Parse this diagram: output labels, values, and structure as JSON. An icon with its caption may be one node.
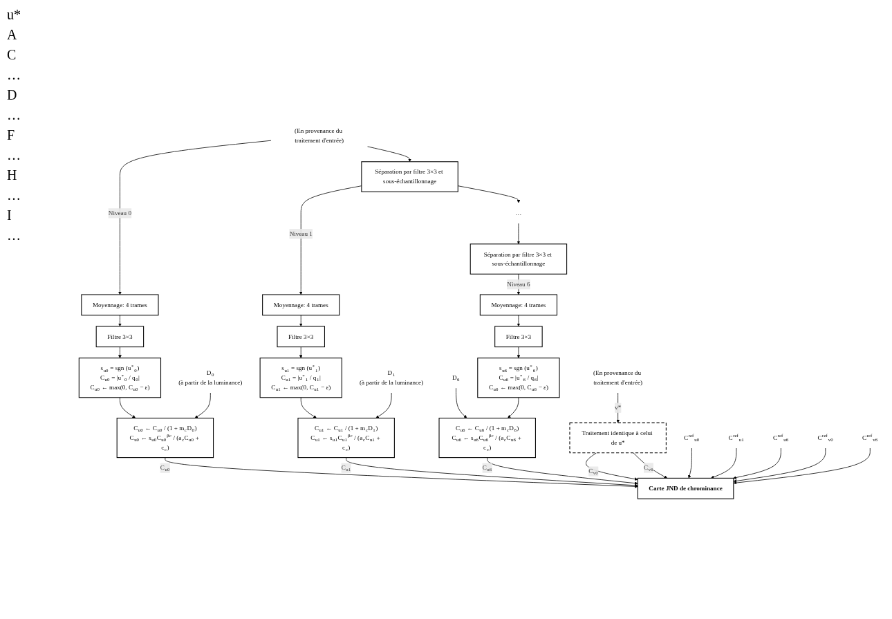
{
  "diagram": {
    "nodes": [
      {
        "text": [
          "(En provenance du traitement d'entrée)"
        ]
      },
      {
        "text": [
          "Séparation par filtre 3×3 et sous-échantillonnage"
        ]
      },
      {
        "text": [
          "…"
        ]
      },
      {
        "text": [
          "Séparation par filtre 3×3 et sous-échantillonnage"
        ]
      },
      {
        "text": [
          "Moyennage: 4 trames"
        ]
      },
      {
        "text": [
          "Moyennage: 4 trames"
        ]
      },
      {
        "text": [
          "Moyennage: 4 trames"
        ]
      },
      {
        "text": [
          "Filtre 3×3"
        ]
      },
      {
        "text": [
          "Filtre 3×3"
        ]
      },
      {
        "text": [
          "Filtre 3×3"
        ]
      },
      {
        "text": [
          "s$_{u0}$ = sgn (u$^{*}$$_{0}$)",
          "C$_{u0}$ = |u$^{*}$$_{0}$ / q$_{0}$|",
          "C$_{u0}$ ← max(0, C$_{u0}$ − ε)"
        ]
      },
      {
        "text": [
          "s$_{u1}$ = sgn (u$^{*}$$_{1}$)",
          "C$_{u1}$ = |u$^{*}$$_{1}$ / q$_{1}$|",
          "C$_{u1}$ ← max(0, C$_{u1}$ − ε)"
        ]
      },
      {
        "text": [
          "s$_{u6}$ = sgn (u$^{*}$$_{6}$)",
          "C$_{u6}$ = |u$^{*}$$_{6}$ / q$_{6}$|",
          "C$_{u6}$ ← max(0, C$_{u6}$ − ε)"
        ]
      },
      {
        "text": [
          "D$_{0}$",
          "(à partir de la luminance)"
        ]
      },
      {
        "text": [
          "D$_{1}$",
          "(à partir de la luminance)"
        ]
      },
      {
        "text": [
          "D$_{6}$"
        ]
      },
      {
        "text": [
          "C$_{u0}$ ← C$_{u0}$ / (1 + m$_{c}$D$_{0}$)",
          "C$_{u0}$ ← s$_{u0}$C$_{u0}$$^{βc}$ / (a$_{c}$C$_{u0}$ + c$_{c}$)"
        ]
      },
      {
        "text": [
          "C$_{u1}$ ← C$_{u1}$ / (1 + m$_{c}$D$_{1}$)",
          "C$_{u1}$ ← s$_{u1}$C$_{u1}$$^{βc}$ / (a$_{c}$C$_{u1}$ + c$_{c}$)"
        ]
      },
      {
        "text": [
          "C$_{u6}$ ← C$_{u6}$ / (1 + m$_{c}$D$_{6}$)",
          "C$_{u6}$ ← s$_{u6}$C$_{u6}$$^{βc}$ / (a$_{c}$C$_{u6}$ + c$_{c}$)"
        ]
      },
      {
        "text": [
          "(En provenance du traitement d'entrée)"
        ]
      },
      {
        "text": [
          "Traitement identique à celui de u*"
        ]
      },
      {
        "text": [
          "Carte JND de chrominance"
        ]
      },
      {
        "text": [
          "C$^{ref}$$_{u0}$"
        ]
      },
      {
        "text": [
          "C$^{ref}$$_{u1}$"
        ]
      },
      {
        "text": [
          "C$^{ref}$$_{u6}$"
        ]
      },
      {
        "text": [
          "C$^{ref}$$_{v0}$"
        ]
      },
      {
        "text": [
          "C$^{ref}$$_{v6}$"
        ]
      }
    ],
    "edges": [
      {
        "from": 0,
        "to": 1,
        "arrow": "to"
      },
      {
        "from": 0,
        "to": 4,
        "arrow": "to",
        "label": "Niveau 0"
      },
      {
        "from": 1,
        "to": 2,
        "arrow": "to"
      },
      {
        "from": 2,
        "to": 3,
        "arrow": "to"
      },
      {
        "from": 1,
        "to": 5,
        "arrow": "to",
        "label": "Niveau 1"
      },
      {
        "from": 3,
        "to": 6,
        "arrow": "to",
        "label": "Niveau 6"
      },
      {
        "from": 4,
        "to": 7,
        "arrow": "to"
      },
      {
        "from": 5,
        "to": 8,
        "arrow": "to"
      },
      {
        "from": 6,
        "to": 9,
        "arrow": "to"
      },
      {
        "from": 7,
        "to": 10,
        "arrow": "to"
      },
      {
        "from": 8,
        "to": 11,
        "arrow": "to"
      },
      {
        "from": 9,
        "to": 12,
        "arrow": "to"
      },
      {
        "from": 10,
        "to": 16,
        "arrow": "to"
      },
      {
        "from": 13,
        "to": 16,
        "arrow": "to"
      },
      {
        "from": 11,
        "to": 17,
        "arrow": "to"
      },
      {
        "from": 14,
        "to": 17,
        "arrow": "to"
      },
      {
        "from": 15,
        "to": 18,
        "arrow": "to"
      },
      {
        "from": 12,
        "to": 18,
        "arrow": "to"
      },
      {
        "from": 19,
        "to": 20,
        "arrow": "to",
        "label": "v*"
      },
      {
        "from": 16,
        "to": 21,
        "arrow": "to",
        "label": "C$_{u0}$"
      },
      {
        "from": 17,
        "to": 21,
        "arrow": "to",
        "label": "C$_{u1}$"
      },
      {
        "from": 18,
        "to": 21,
        "arrow": "to",
        "label": "C$_{u6}$"
      },
      {
        "from": 20,
        "to": 21,
        "arrow": "to",
        "label": "C$_{v0}$"
      },
      {
        "from": 20,
        "to": 21,
        "arrow": "to",
        "label": "C$_{v6}$"
      },
      {
        "from": 22,
        "to": 21,
        "arrow": "to"
      },
      {
        "from": 23,
        "to": 21,
        "arrow": "to"
      },
      {
        "from": 24,
        "to": 21,
        "arrow": "to"
      },
      {
        "from": 25,
        "to": 21,
        "arrow": "to"
      },
      {
        "from": 26,
        "to": 21,
        "arrow": "to"
      }
    ],
    "labels": [
      "u*",
      "A",
      "C",
      "…",
      "D",
      "…",
      "F",
      "…",
      "H",
      "…",
      "I",
      "…"
    ]
  }
}
